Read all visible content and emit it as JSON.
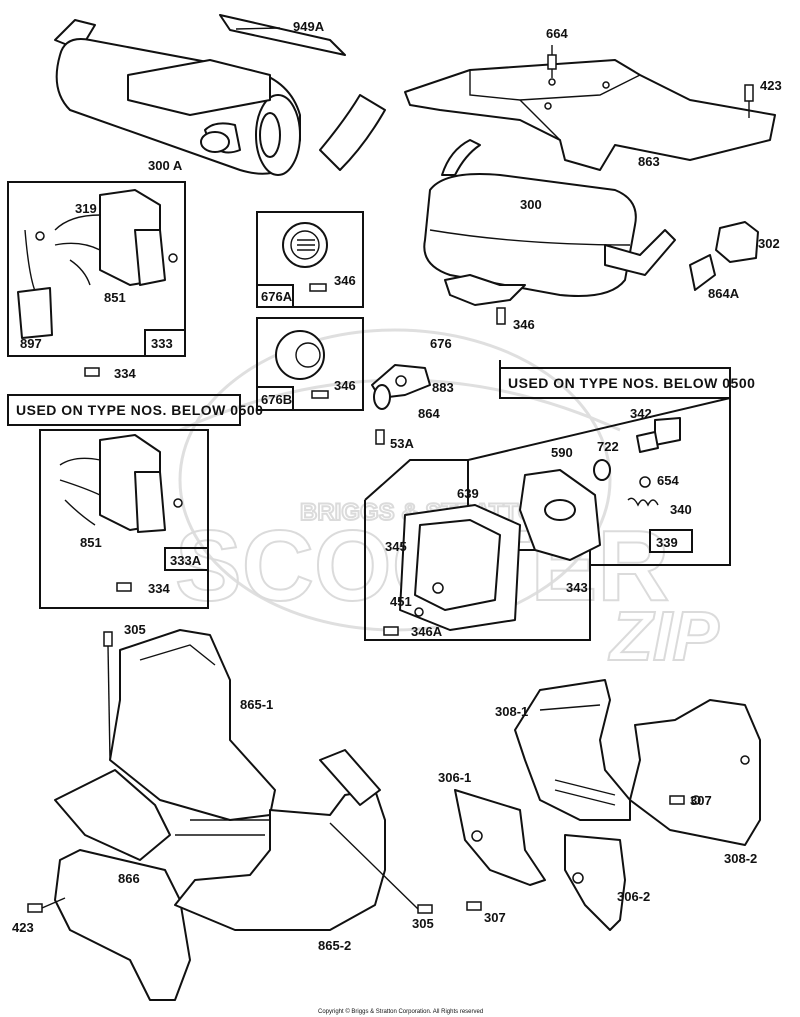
{
  "labels": {
    "l949a": "949A",
    "l300a": "300 A",
    "l664": "664",
    "l423_top": "423",
    "l863": "863",
    "l300": "300",
    "l302": "302",
    "l864a": "864A",
    "l319": "319",
    "l851_a": "851",
    "l897": "897",
    "l333": "333",
    "l334_a": "334",
    "l676a": "676A",
    "l346_a": "346",
    "l676": "676",
    "l346_b": "346",
    "l676b": "676B",
    "l346_c": "346",
    "l883": "883",
    "l864": "864",
    "l53a": "53A",
    "l851_b": "851",
    "l333a": "333A",
    "l334_b": "334",
    "l342": "342",
    "l590": "590",
    "l722": "722",
    "l654": "654",
    "l639": "639",
    "l340": "340",
    "l345": "345",
    "l339": "339",
    "l343": "343",
    "l451": "451",
    "l346a": "346A",
    "l305_top": "305",
    "l865_1": "865-1",
    "l866": "866",
    "l423_bottom": "423",
    "l305_bottom": "305",
    "l865_2": "865-2",
    "l308_1": "308-1",
    "l306_1": "306-1",
    "l307_a": "307",
    "l306_2": "306-2",
    "l307_b": "307",
    "l308_2": "308-2"
  },
  "notes": {
    "left_header": "USED ON TYPE NOS. BELOW 0500",
    "right_header": "USED ON TYPE NOS. BELOW 0500"
  },
  "watermark": {
    "brand": "BRIGGS & STRATTON",
    "product": "SCOOTER",
    "suffix": "ZIP"
  },
  "footer": {
    "copyright": "Copyright © Briggs & Stratton Corporation. All Rights reserved"
  }
}
